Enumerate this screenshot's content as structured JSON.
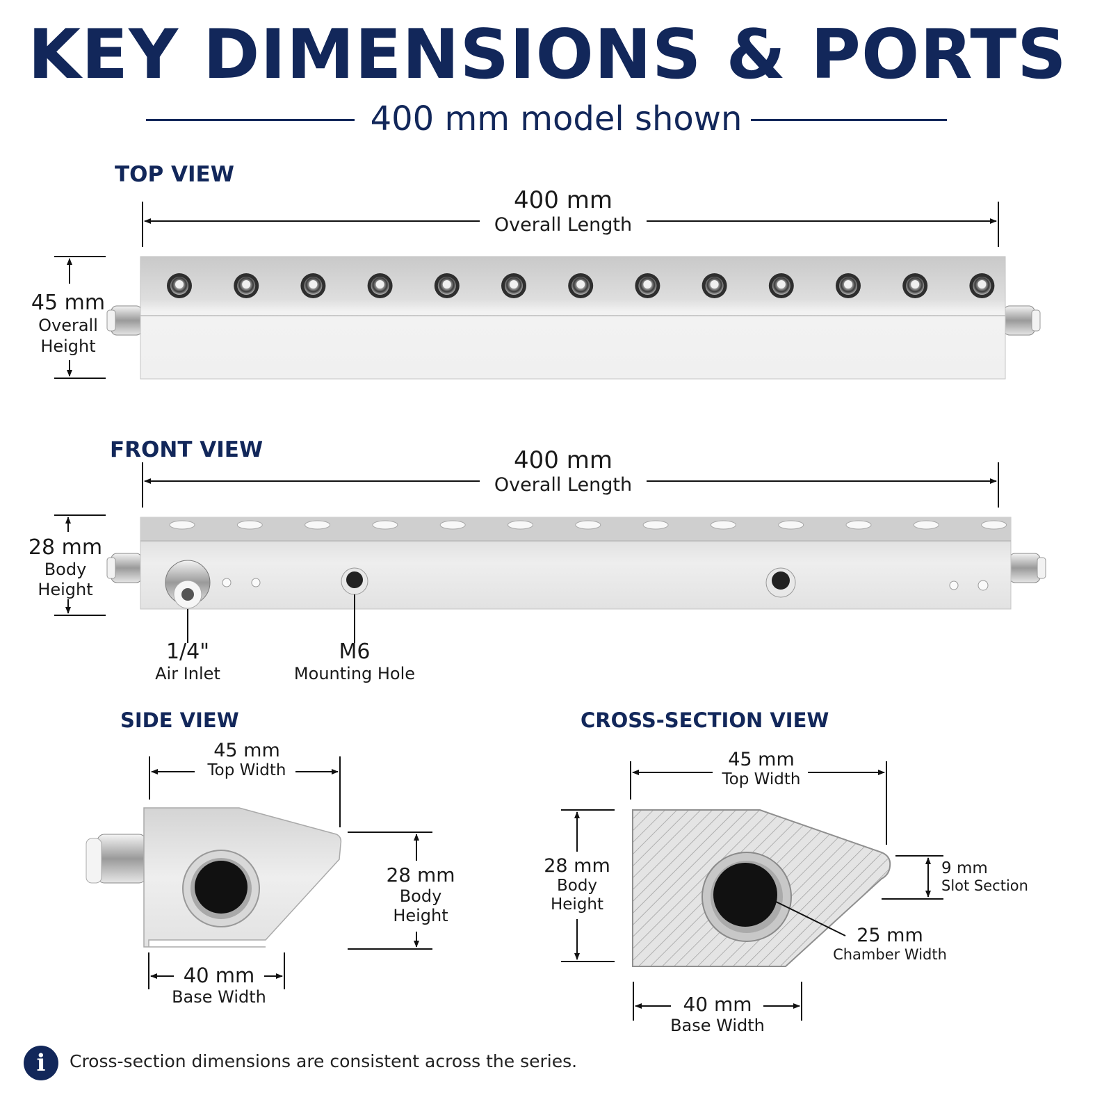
{
  "header": {
    "title": "KEY DIMENSIONS & PORTS",
    "subtitle": "400 mm model shown"
  },
  "top_view": {
    "heading": "TOP VIEW",
    "length_value": "400 mm",
    "length_label": "Overall Length",
    "height_value": "45 mm",
    "height_label_1": "Overall",
    "height_label_2": "Height"
  },
  "front_view": {
    "heading": "FRONT VIEW",
    "length_value": "400 mm",
    "length_label": "Overall Length",
    "height_value": "28 mm",
    "height_label_1": "Body",
    "height_label_2": "Height",
    "inlet_value": "1/4\"",
    "inlet_label": "Air Inlet",
    "hole_value": "M6",
    "hole_label": "Mounting Hole"
  },
  "side_view": {
    "heading": "SIDE VIEW",
    "top_value": "45 mm",
    "top_label": "Top Width",
    "height_value": "28 mm",
    "height_label_1": "Body",
    "height_label_2": "Height",
    "base_value": "40 mm",
    "base_label": "Base Width"
  },
  "cross_section": {
    "heading": "CROSS-SECTION VIEW",
    "top_value": "45 mm",
    "top_label": "Top Width",
    "height_value": "28 mm",
    "height_label_1": "Body",
    "height_label_2": "Height",
    "slot_value": "9 mm",
    "slot_label": "Slot Section",
    "chamber_value": "25 mm",
    "chamber_label": "Chamber Width",
    "base_value": "40 mm",
    "base_label": "Base Width"
  },
  "footer": {
    "icon": "info-icon",
    "note": "Cross-section dimensions are consistent across the series."
  },
  "colors": {
    "navy": "#12275a",
    "aluminum": "#dcdcdc",
    "line": "#111111"
  }
}
